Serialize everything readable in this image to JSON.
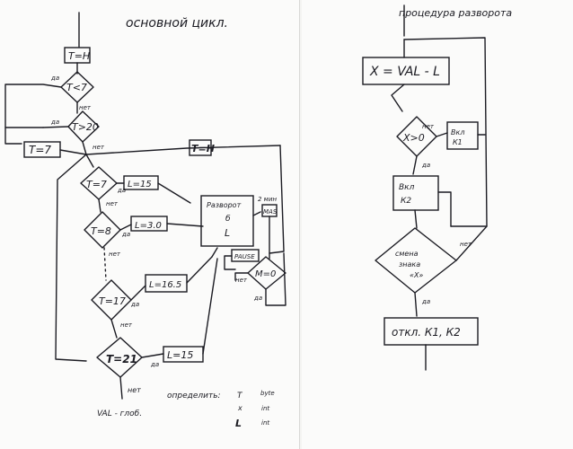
{
  "left_page": {
    "title": "основной цикл.",
    "start": "T=H",
    "cond_lt7": "T<7",
    "cond_gt20": "T>20",
    "set_t7": "T=7",
    "top_right_box": "T=H",
    "cond_t7": "T=7",
    "assign_l15_a": "L=15",
    "cond_t8": "T=8",
    "assign_l30": "L=3.0",
    "cond_t17": "T=17",
    "assign_l165": "L=16.5",
    "cond_t21": "T=21",
    "assign_l15_b": "L=15",
    "reversal_block": "Разворот\nб\nL",
    "two_min": "2 мин",
    "box_mas": "MAS",
    "box_pause": "PAUSE",
    "cond_m0": "M=0",
    "yes": "да",
    "no": "нет",
    "ellipsis": ".",
    "decl_title": "определить:",
    "decl_t": "T",
    "decl_t_type": "byte",
    "decl_x": "x",
    "decl_x_type": "int",
    "decl_l": "L",
    "decl_l_type": "int",
    "val_note": "VAL - глоб."
  },
  "right_page": {
    "title": "процедура разворота",
    "assign_x": "X = VAL - L",
    "cond_x0": "X>0",
    "on_k1": "Вкл К1",
    "on_k2": "Вкл К2",
    "cond_sign": "смена знака «X»",
    "off_k1k2": "откл. К1, К2",
    "yes": "да",
    "no": "нет"
  }
}
